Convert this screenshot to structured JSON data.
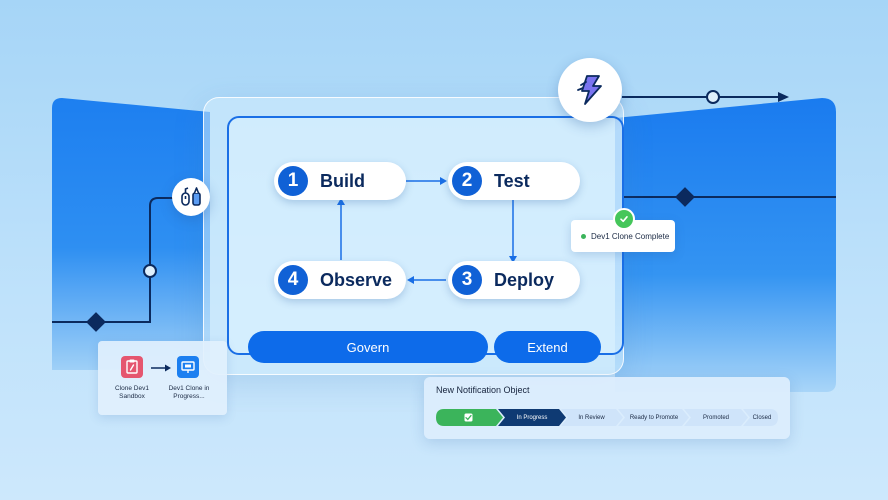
{
  "steps": [
    {
      "num": "1",
      "label": "Build"
    },
    {
      "num": "2",
      "label": "Test"
    },
    {
      "num": "3",
      "label": "Deploy"
    },
    {
      "num": "4",
      "label": "Observe"
    }
  ],
  "bottom_buttons": {
    "govern": "Govern",
    "extend": "Extend"
  },
  "toast": {
    "text": "Dev1 Clone Complete"
  },
  "sandbox": {
    "clone_label": "Clone Dev1 Sandbox",
    "progress_label": "Dev1 Clone in Progress..."
  },
  "notification": {
    "title": "New Notification Object",
    "path": [
      "In Progress",
      "In Review",
      "Ready to Promote",
      "Promoted",
      "Closed"
    ]
  },
  "colors": {
    "primary": "#0d6bea",
    "dark_blue": "#0b2a5e",
    "success": "#45c65a",
    "navy_path": "#0f3a73",
    "accent_pink": "#e5566f"
  },
  "icons": {
    "top": "lightning-bolt-icon",
    "left": "dev-tools-icon",
    "toast_badge": "checkmark-icon"
  }
}
